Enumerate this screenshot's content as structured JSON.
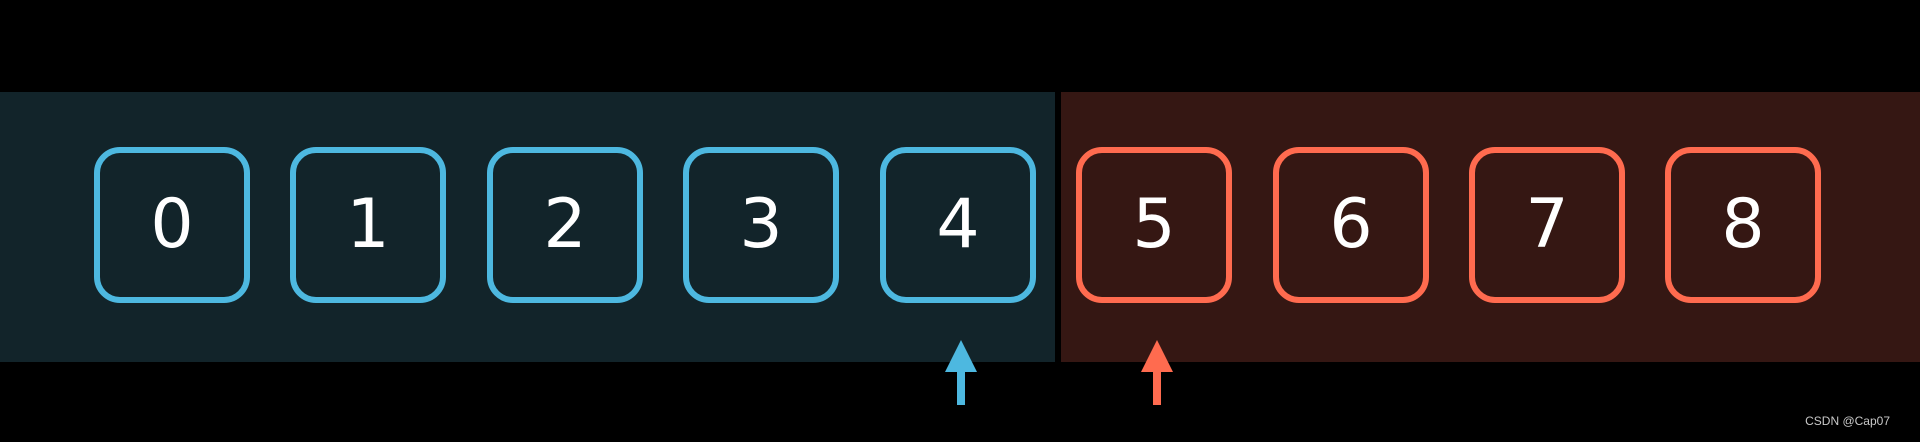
{
  "cells": [
    {
      "label": "0",
      "group": "left"
    },
    {
      "label": "1",
      "group": "left"
    },
    {
      "label": "2",
      "group": "left"
    },
    {
      "label": "3",
      "group": "left"
    },
    {
      "label": "4",
      "group": "left"
    },
    {
      "label": "5",
      "group": "right"
    },
    {
      "label": "6",
      "group": "right"
    },
    {
      "label": "7",
      "group": "right"
    },
    {
      "label": "8",
      "group": "right"
    }
  ],
  "pointers": [
    {
      "target_index": 4,
      "color": "#4db8e0"
    },
    {
      "target_index": 5,
      "color": "#ff6b4f"
    }
  ],
  "colors": {
    "left_border": "#4db8e0",
    "right_border": "#ff6b4f",
    "left_background": "#12242a",
    "right_background": "#351713"
  },
  "watermark": "CSDN @Cap07"
}
